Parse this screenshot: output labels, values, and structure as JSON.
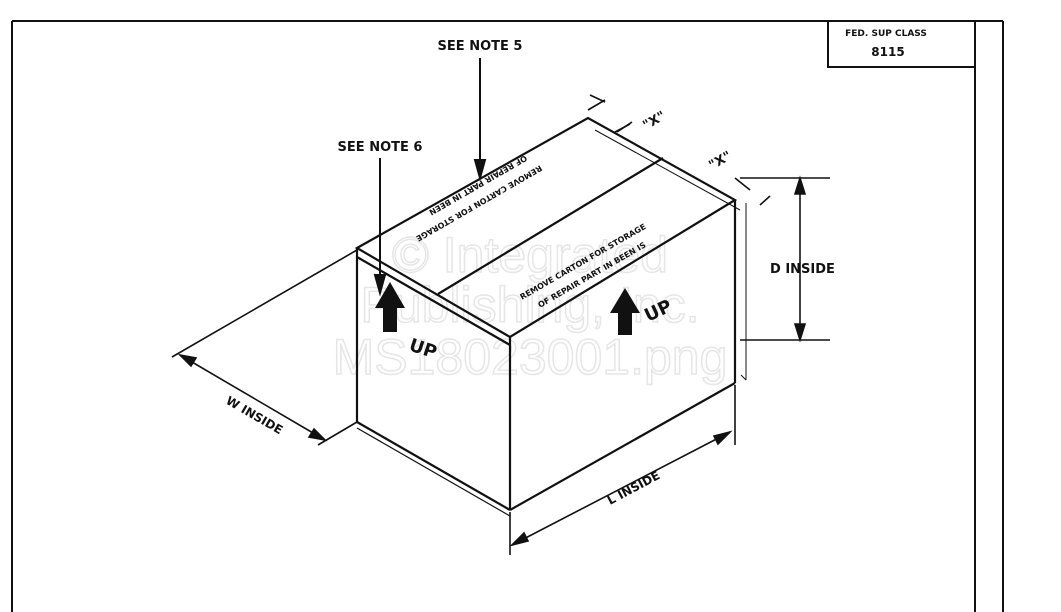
{
  "title_block": {
    "label": "FED. SUP CLASS",
    "value": "8115"
  },
  "notes": {
    "top": "SEE NOTE 5",
    "left": "SEE NOTE 6"
  },
  "dimensions": {
    "width": "W INSIDE",
    "length": "L INSIDE",
    "depth": "D INSIDE",
    "flap_x1": "\"X\"",
    "flap_x2": "\"X\""
  },
  "carton_text": {
    "top_line1": "REMOVE CARTON FOR STORAGE",
    "top_line2": "OF REPAIR PART IN BEEN",
    "side_line1": "REMOVE CARTON FOR STORAGE",
    "side_line2": "OF REPAIR PART IN BEEN IS",
    "up_left": "UP",
    "up_right": "UP"
  },
  "watermark": {
    "line1": "© Integrated",
    "line2": "Publishing, Inc.",
    "line3": "MS18023001.png"
  }
}
